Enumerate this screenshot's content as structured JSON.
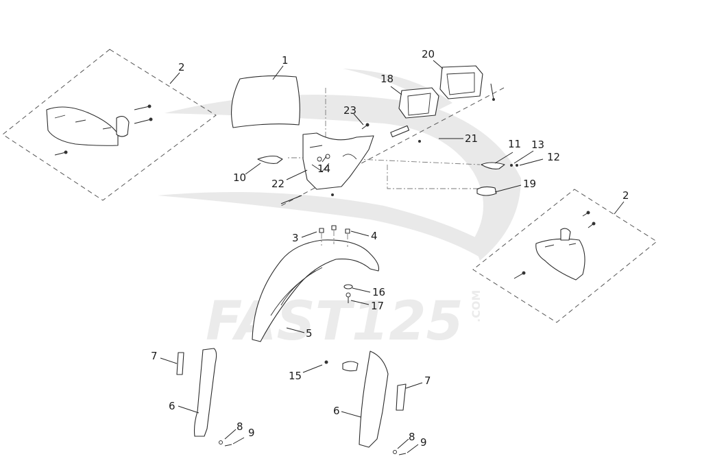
{
  "watermark": {
    "brand": "FAST125",
    "suffix": ".COM"
  },
  "callouts": {
    "c1": "1",
    "c2a": "2",
    "c2b": "2",
    "c3": "3",
    "c4": "4",
    "c5": "5",
    "c6a": "6",
    "c6b": "6",
    "c7a": "7",
    "c7b": "7",
    "c8a": "8",
    "c8b": "8",
    "c9a": "9",
    "c9b": "9",
    "c10": "10",
    "c11": "11",
    "c12": "12",
    "c13": "13",
    "c14": "14",
    "c15": "15",
    "c16": "16",
    "c17": "17",
    "c18": "18",
    "c19": "19",
    "c20": "20",
    "c21": "21",
    "c22": "22",
    "c23": "23"
  }
}
